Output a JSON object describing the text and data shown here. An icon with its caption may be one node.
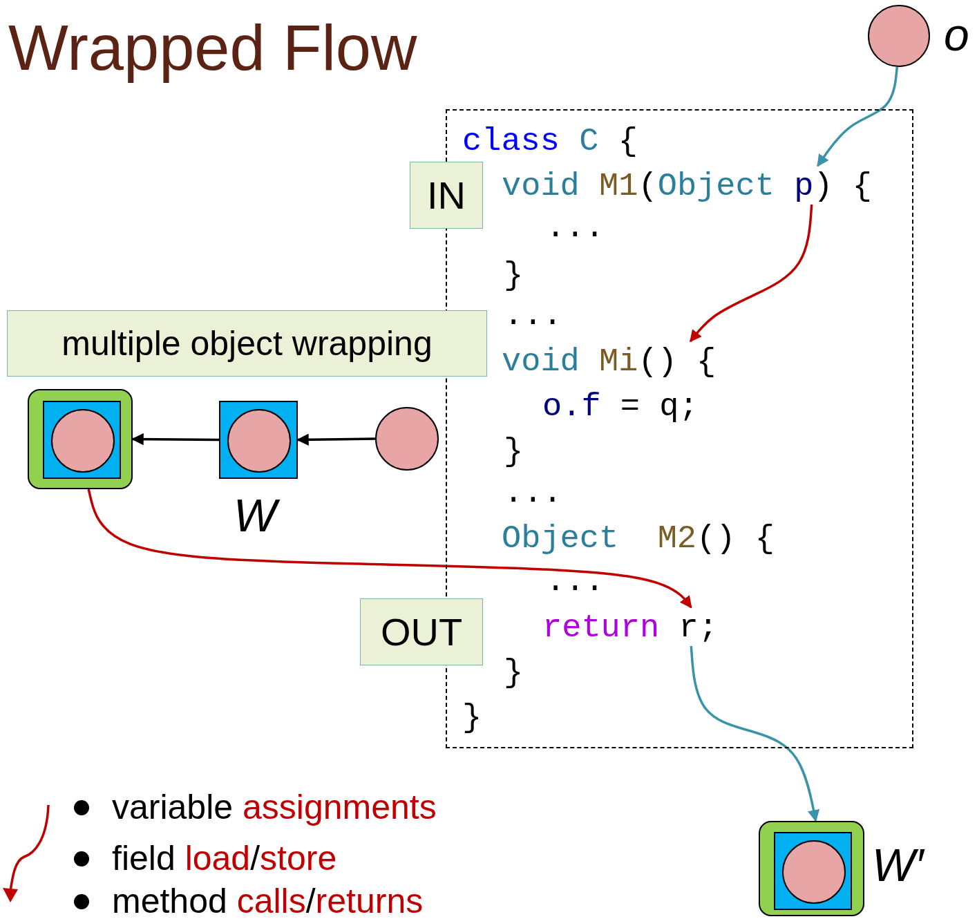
{
  "diagram": {
    "title": "Wrapped Flow",
    "nodes": [
      {
        "text": [],
        "shape": "circle",
        "beside": [
          "o"
        ]
      },
      {
        "text": [],
        "shape": "box"
      },
      {
        "text": [
          "class C {"
        ],
        "in": 1
      },
      {
        "text": [
          "void M1(Object p) {"
        ],
        "in": 1
      },
      {
        "text": [
          "..."
        ],
        "in": 1
      },
      {
        "text": [
          "}"
        ],
        "in": 1
      },
      {
        "text": [
          "..."
        ],
        "in": 1
      },
      {
        "text": [
          "void Mi() {"
        ],
        "in": 1
      },
      {
        "text": [
          "o.f = q;"
        ],
        "in": 1
      },
      {
        "text": [
          "}"
        ],
        "in": 1
      },
      {
        "text": [
          "..."
        ],
        "in": 1
      },
      {
        "text": [
          "Object  M2() {"
        ],
        "in": 1
      },
      {
        "text": [
          "..."
        ],
        "in": 1
      },
      {
        "text": [
          "return r;"
        ],
        "in": 1
      },
      {
        "text": [
          "}"
        ],
        "in": 1
      },
      {
        "text": [
          "}"
        ],
        "in": 1
      },
      {
        "text": [
          "IN"
        ]
      },
      {
        "text": [
          "OUT"
        ]
      },
      {
        "text": [
          "multiple object wrapping"
        ]
      },
      {
        "text": [],
        "shape": "box"
      },
      {
        "text": [],
        "shape": "box",
        "in": 19
      },
      {
        "text": [],
        "shape": "circle",
        "in": 20
      },
      {
        "text": [],
        "shape": "box",
        "beside": [
          "W"
        ]
      },
      {
        "text": [],
        "shape": "circle",
        "in": 22
      },
      {
        "text": [],
        "shape": "circle"
      },
      {
        "text": [],
        "shape": "box",
        "beside": [
          "W′"
        ]
      },
      {
        "text": [],
        "shape": "box",
        "in": 25
      },
      {
        "text": [],
        "shape": "circle",
        "in": 26
      }
    ],
    "edges": [
      {
        "from": 0,
        "to": 3,
        "arrow": "to",
        "color": "#3a93a8"
      },
      {
        "from": 3,
        "to": 7,
        "arrow": "to",
        "color": "#c00000"
      },
      {
        "from": 24,
        "to": 22,
        "arrow": "to",
        "color": "#000000"
      },
      {
        "from": 22,
        "to": 19,
        "arrow": "to",
        "color": "#000000"
      },
      {
        "from": 19,
        "to": 13,
        "arrow": "to",
        "color": "#c00000"
      },
      {
        "from": 13,
        "to": 25,
        "arrow": "to",
        "color": "#3a93a8"
      }
    ],
    "labels": [
      "variable assignments",
      "field load/store",
      "method calls/returns"
    ]
  }
}
